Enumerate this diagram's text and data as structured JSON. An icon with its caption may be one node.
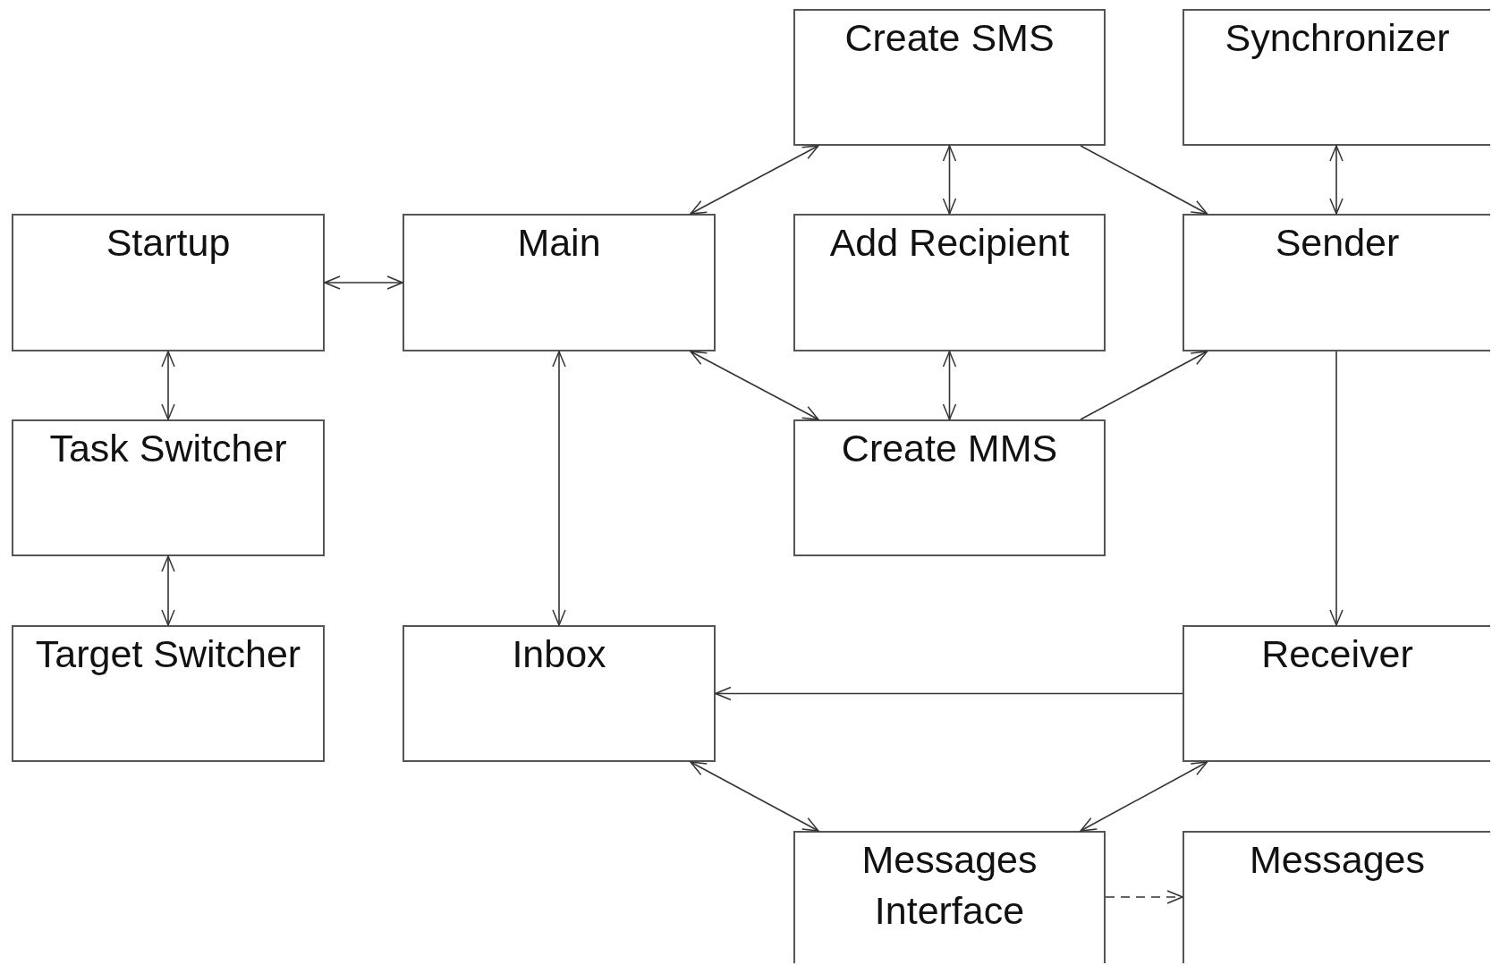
{
  "diagram": {
    "nodes": [
      {
        "text": [
          "Create SMS"
        ]
      },
      {
        "text": [
          "Synchronizer"
        ]
      },
      {
        "text": [
          "Startup"
        ]
      },
      {
        "text": [
          "Main"
        ]
      },
      {
        "text": [
          "Add Recipient"
        ]
      },
      {
        "text": [
          "Sender"
        ]
      },
      {
        "text": [
          "Task Switcher"
        ]
      },
      {
        "text": [
          "Create MMS"
        ]
      },
      {
        "text": [
          "Target Switcher"
        ]
      },
      {
        "text": [
          "Inbox"
        ]
      },
      {
        "text": [
          "Receiver"
        ]
      },
      {
        "text": [
          "Messages Interface"
        ]
      },
      {
        "text": [
          "Messages"
        ]
      }
    ],
    "edges": [
      {
        "from": 0,
        "to": 3,
        "arrow": "both"
      },
      {
        "from": 0,
        "to": 4,
        "arrow": "both"
      },
      {
        "from": 0,
        "to": 5,
        "arrow": "to"
      },
      {
        "from": 1,
        "to": 5,
        "arrow": "both"
      },
      {
        "from": 2,
        "to": 3,
        "arrow": "both"
      },
      {
        "from": 2,
        "to": 6,
        "arrow": "both"
      },
      {
        "from": 6,
        "to": 8,
        "arrow": "both"
      },
      {
        "from": 3,
        "to": 7,
        "arrow": "both"
      },
      {
        "from": 4,
        "to": 7,
        "arrow": "both"
      },
      {
        "from": 7,
        "to": 5,
        "arrow": "to"
      },
      {
        "from": 3,
        "to": 9,
        "arrow": "both"
      },
      {
        "from": 5,
        "to": 10,
        "arrow": "to"
      },
      {
        "from": 10,
        "to": 9,
        "arrow": "to"
      },
      {
        "from": 9,
        "to": 11,
        "arrow": "both"
      },
      {
        "from": 11,
        "to": 10,
        "arrow": "both"
      },
      {
        "from": 11,
        "to": 12,
        "arrow": "to",
        "style": "dashed"
      }
    ]
  }
}
